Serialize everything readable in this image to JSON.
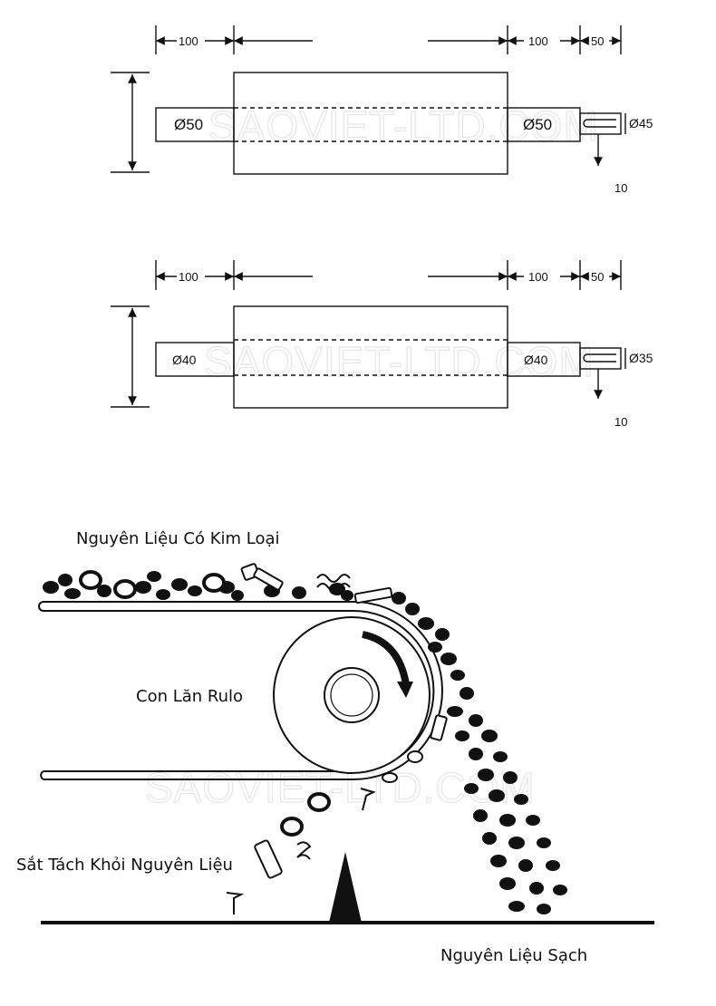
{
  "watermark": "SAOVIET-LTD.COM",
  "roller_top": {
    "dim_left": "100",
    "dim_right": "100",
    "dim_end": "50",
    "shaft_left": "Ø50",
    "shaft_right": "Ø50",
    "key_dia": "Ø45",
    "key_depth": "10"
  },
  "roller_bottom": {
    "dim_left": "100",
    "dim_right": "100",
    "dim_end": "50",
    "shaft_left": "Ø40",
    "shaft_right": "Ø40",
    "key_dia": "Ø35",
    "key_depth": "10"
  },
  "separator": {
    "label_input": "Nguyên Liệu Có Kim Loại",
    "label_roller": "Con Lăn Rulo",
    "label_metal": "Sắt Tách Khỏi Nguyên Liệu",
    "label_clean": "Nguyên Liệu Sạch"
  }
}
